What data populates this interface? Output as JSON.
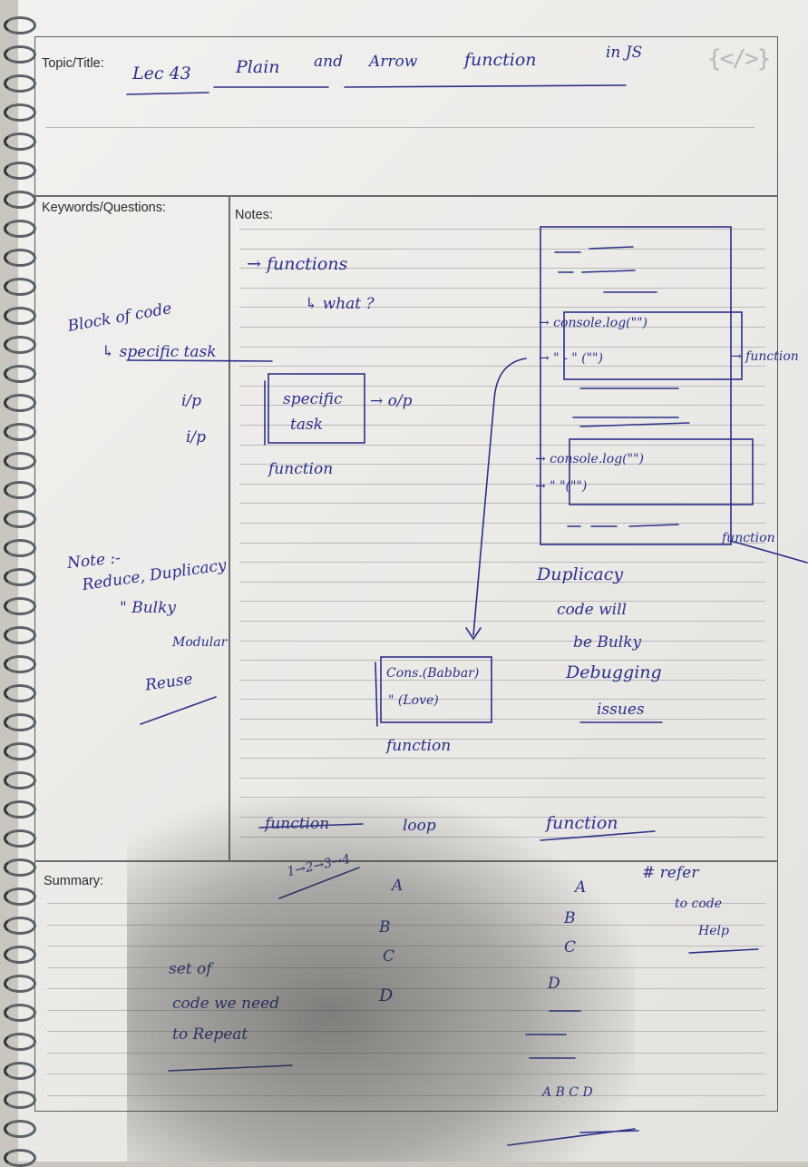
{
  "template": {
    "topic_label": "Topic/Title:",
    "keywords_label": "Keywords/Questions:",
    "notes_label": "Notes:",
    "summary_label": "Summary:",
    "logo": "{</>}"
  },
  "title": {
    "lec": "Lec 43",
    "plain": "Plain",
    "and": "and",
    "arrow": "Arrow",
    "function": "function",
    "in_js": "in JS"
  },
  "keywords": {
    "block_of_code": "Block of code",
    "specific_task": "↳ specific task",
    "note": "Note :-",
    "reduce_duplicacy": "Reduce, Duplicacy",
    "bulky": "\"   Bulky",
    "modular": "Modular",
    "reuse": "Reuse"
  },
  "notes": {
    "functions": "→ functions",
    "what": "↳ what ?",
    "ip1": "i/p",
    "ip2": "i/p",
    "box_line1": "specific",
    "box_line2": "task",
    "op": "→ o/p",
    "function_label": "function",
    "console_log1": "→ console.log(\"\")",
    "console_log2": "→ \"   -  \"  (\"\")",
    "console_log3": "→ console.log(\"\")",
    "console_log4": "→  \"     \"(\"\")",
    "func_tag1": "→ function",
    "func_tag2": "function",
    "duplicacy": "Duplicacy",
    "code_will": "code will",
    "be_bulky": "be Bulky",
    "debugging": "Debugging",
    "issues": "issues",
    "box2_line1": "Cons.(Babbar)",
    "box2_line2": "\" (Love)",
    "function_label2": "function",
    "struck_function": "function",
    "loop": "loop",
    "function_label3": "function"
  },
  "summary": {
    "loop_seq": "1→2→3→4",
    "col1": [
      "A",
      "B",
      "C",
      "D"
    ],
    "col2": [
      "A",
      "B",
      "C",
      "D"
    ],
    "col3": "A B C D",
    "refer": "# refer",
    "to_code": "to code",
    "help": "Help",
    "set_of": "set of",
    "code_we_need": "code we need",
    "to_repeat": "to Repeat"
  }
}
